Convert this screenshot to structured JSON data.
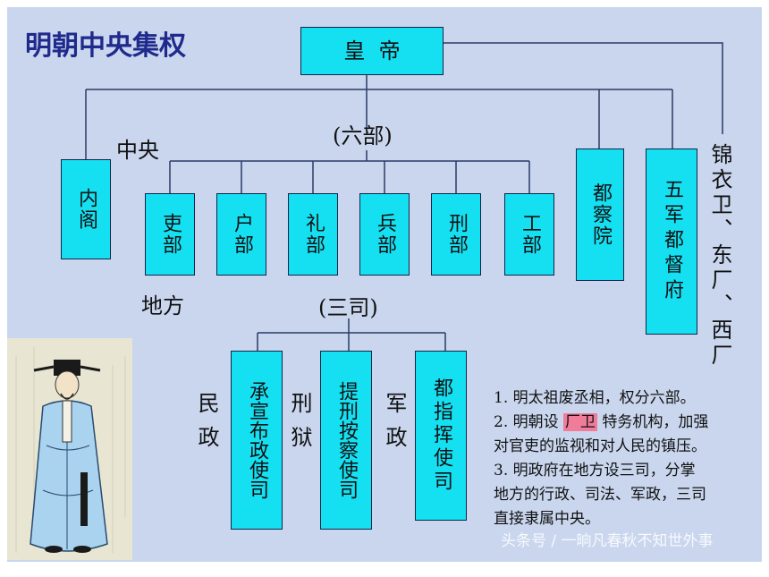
{
  "title": "明朝中央集权",
  "emperor": "皇  帝",
  "labels": {
    "central": "中央",
    "local": "地方",
    "six_ministries": "(六部)",
    "three_offices": "(三司)"
  },
  "grand_secretariat": "内阁",
  "ministries": [
    "吏部",
    "户部",
    "礼部",
    "兵部",
    "刑部",
    "工部"
  ],
  "censorate": "都察院",
  "five_armies": "五军都督府",
  "secret_police": "锦衣卫、东厂、西厂",
  "three_offices": [
    {
      "side_label": "民政",
      "name": "承宣布政使司"
    },
    {
      "side_label": "刑狱",
      "name": "提刑按察使司"
    },
    {
      "side_label": "军政",
      "name": "都指挥使司"
    }
  ],
  "notes": {
    "line1": "1. 明太祖废丞相，权分六部。",
    "line2_before": "2. 明朝设 ",
    "line2_highlight": "厂卫",
    "line2_after": " 特务机构，加强",
    "line3": "对官吏的监视和对人民的镇压。",
    "line4": "3. 明政府在地方设三司，分掌",
    "line5": "地方的行政、司法、军政，三司",
    "line6": "直接隶属中央。"
  },
  "watermark": "头条号 / 一晌凡春秋不知世外事",
  "colors": {
    "background": "#c9d6ee",
    "box": "#15e0f2",
    "title": "#1f2a8c",
    "highlight": "#f07c9a"
  }
}
